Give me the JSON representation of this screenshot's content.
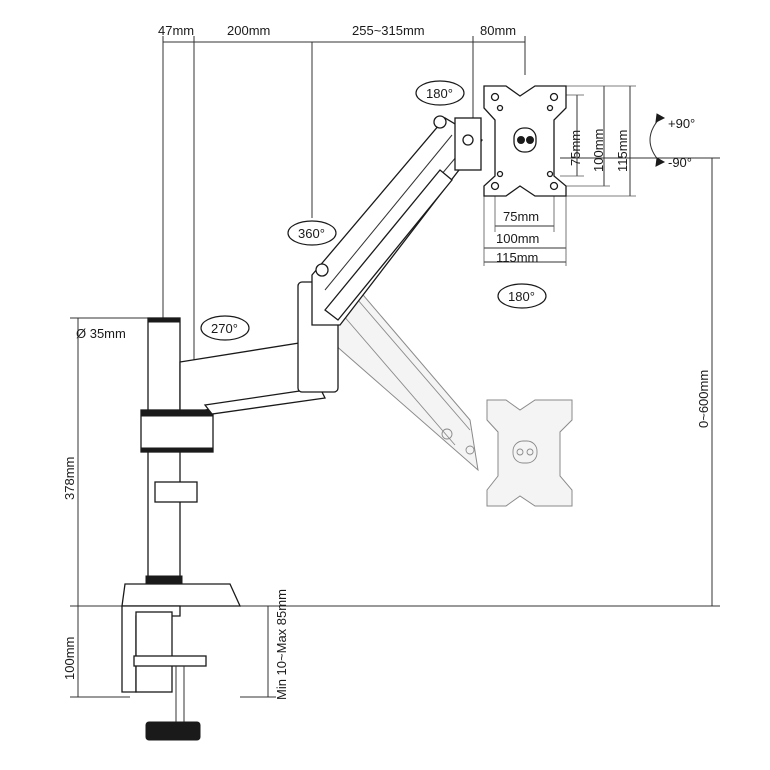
{
  "dimensions": {
    "top_47": "47mm",
    "top_200": "200mm",
    "top_255_315": "255~315mm",
    "top_80": "80mm",
    "pole_diameter": "Ø 35mm",
    "pole_height": "378mm",
    "clamp_height": "100mm",
    "clamp_opening": "Min 10~Max 85mm",
    "height_range": "0~600mm",
    "vesa_v_75": "75mm",
    "vesa_v_100": "100mm",
    "vesa_v_115": "115mm",
    "vesa_h_75": "75mm",
    "vesa_h_100": "100mm",
    "vesa_h_115": "115mm"
  },
  "rotations": {
    "top_180": "180°",
    "arm_360": "360°",
    "base_270": "270°",
    "plate_180": "180°",
    "tilt_plus": "+90°",
    "tilt_minus": "-90°"
  }
}
